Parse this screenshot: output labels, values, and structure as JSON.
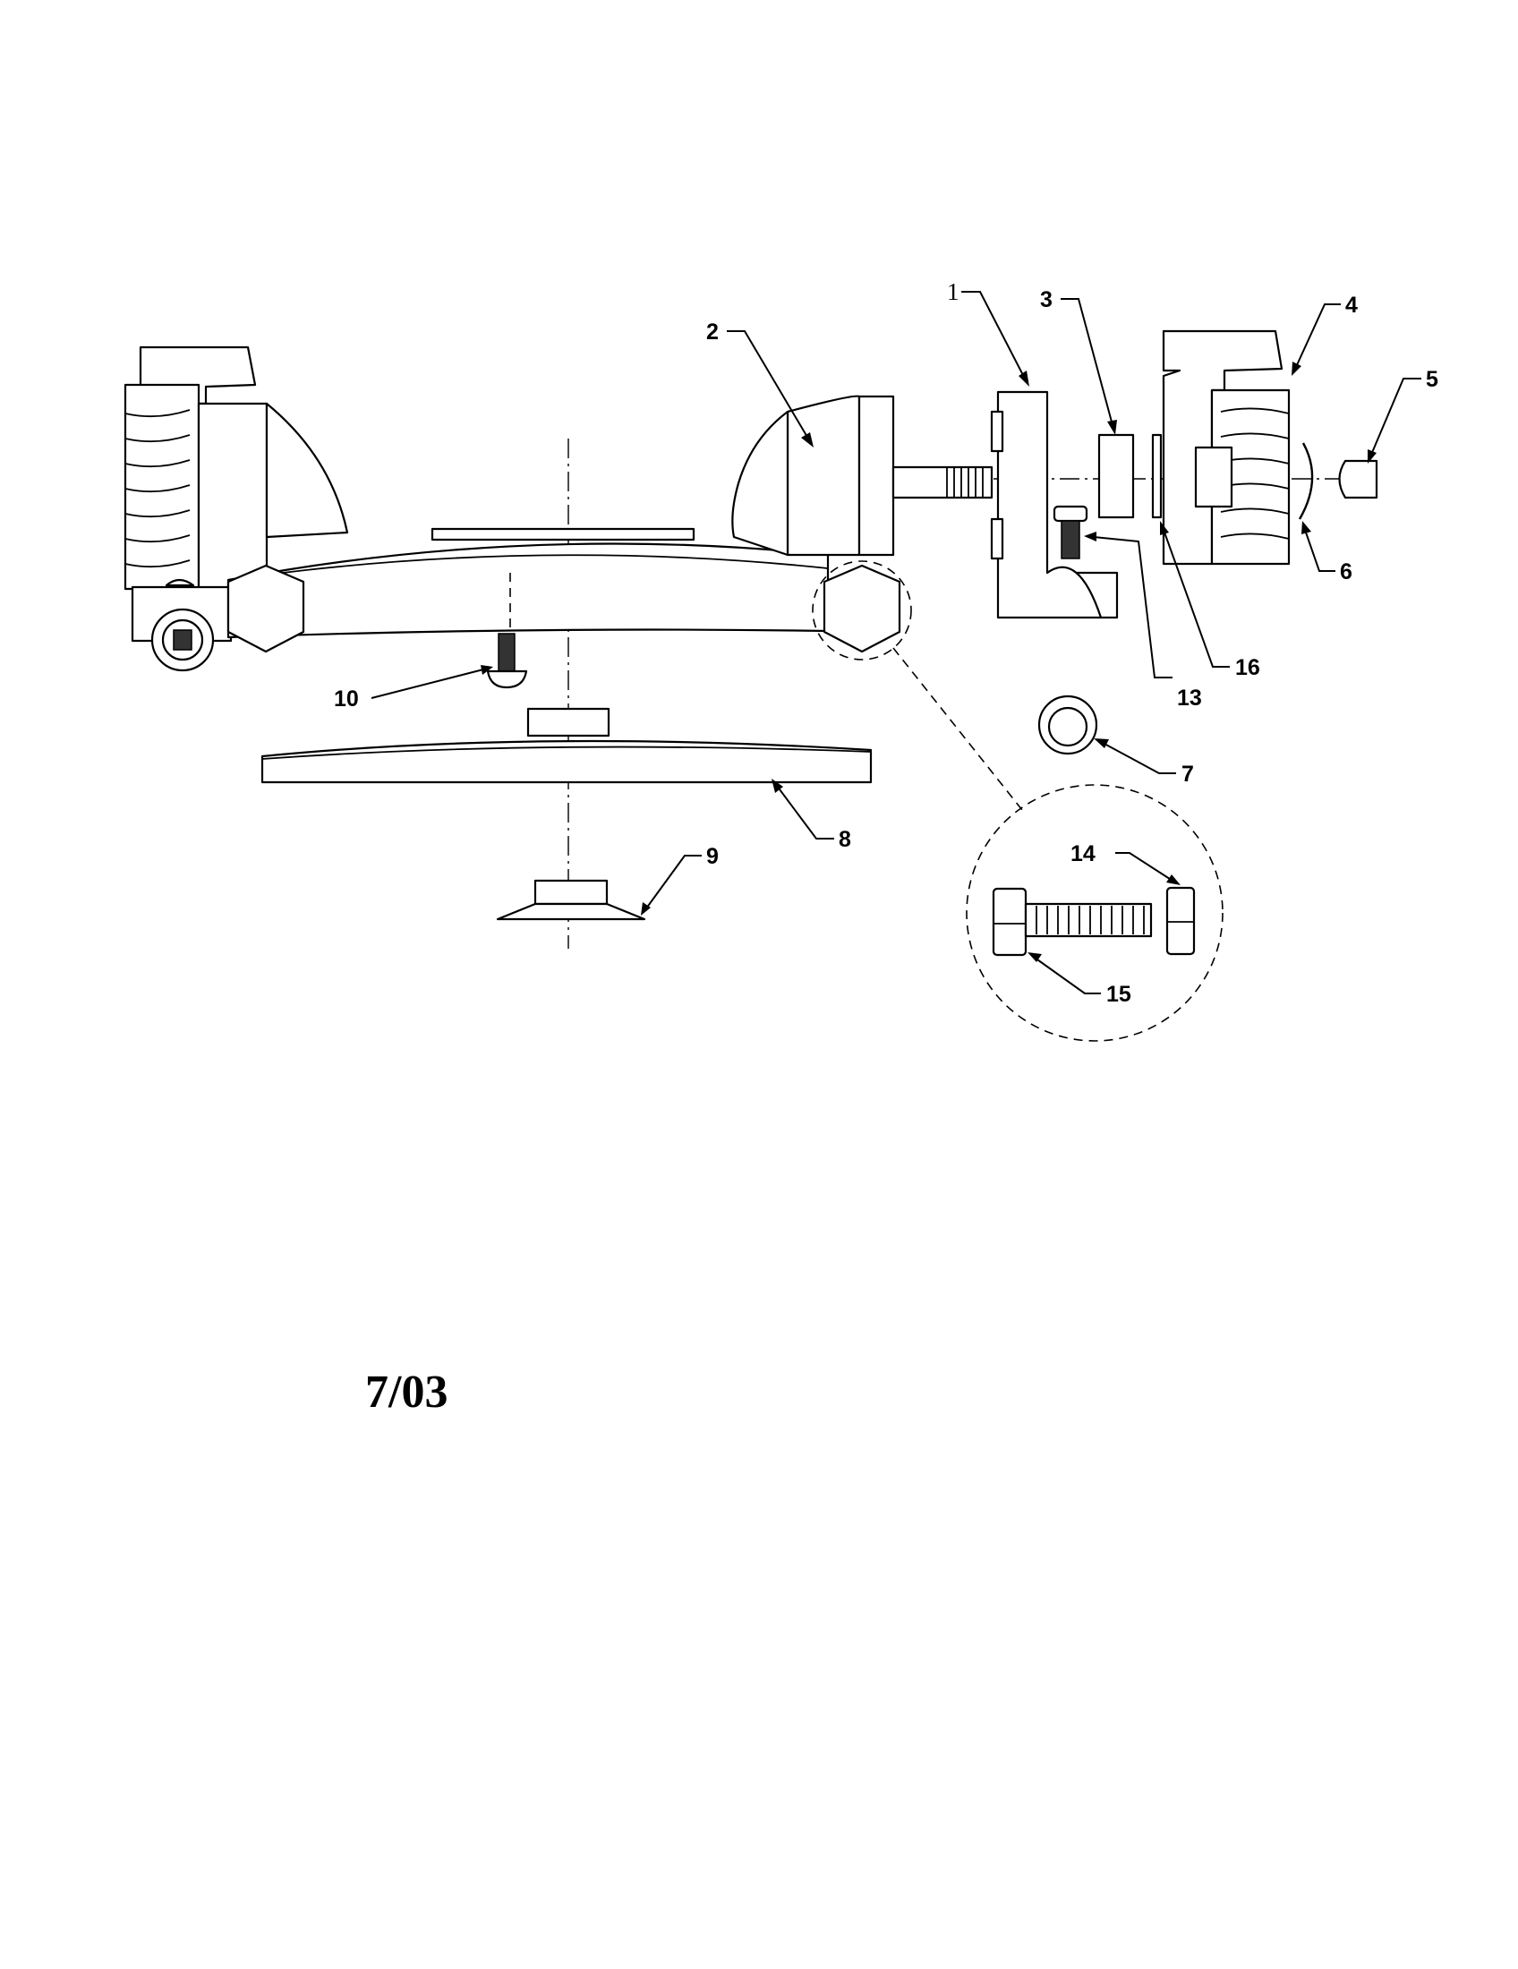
{
  "diagram": {
    "callouts": {
      "c1": "1",
      "c2": "2",
      "c3": "3",
      "c4": "4",
      "c5": "5",
      "c6": "6",
      "c7": "7",
      "c8": "8",
      "c9": "9",
      "c10": "10",
      "c13": "13",
      "c14": "14",
      "c15": "15",
      "c16": "16"
    },
    "date": "7/03"
  }
}
